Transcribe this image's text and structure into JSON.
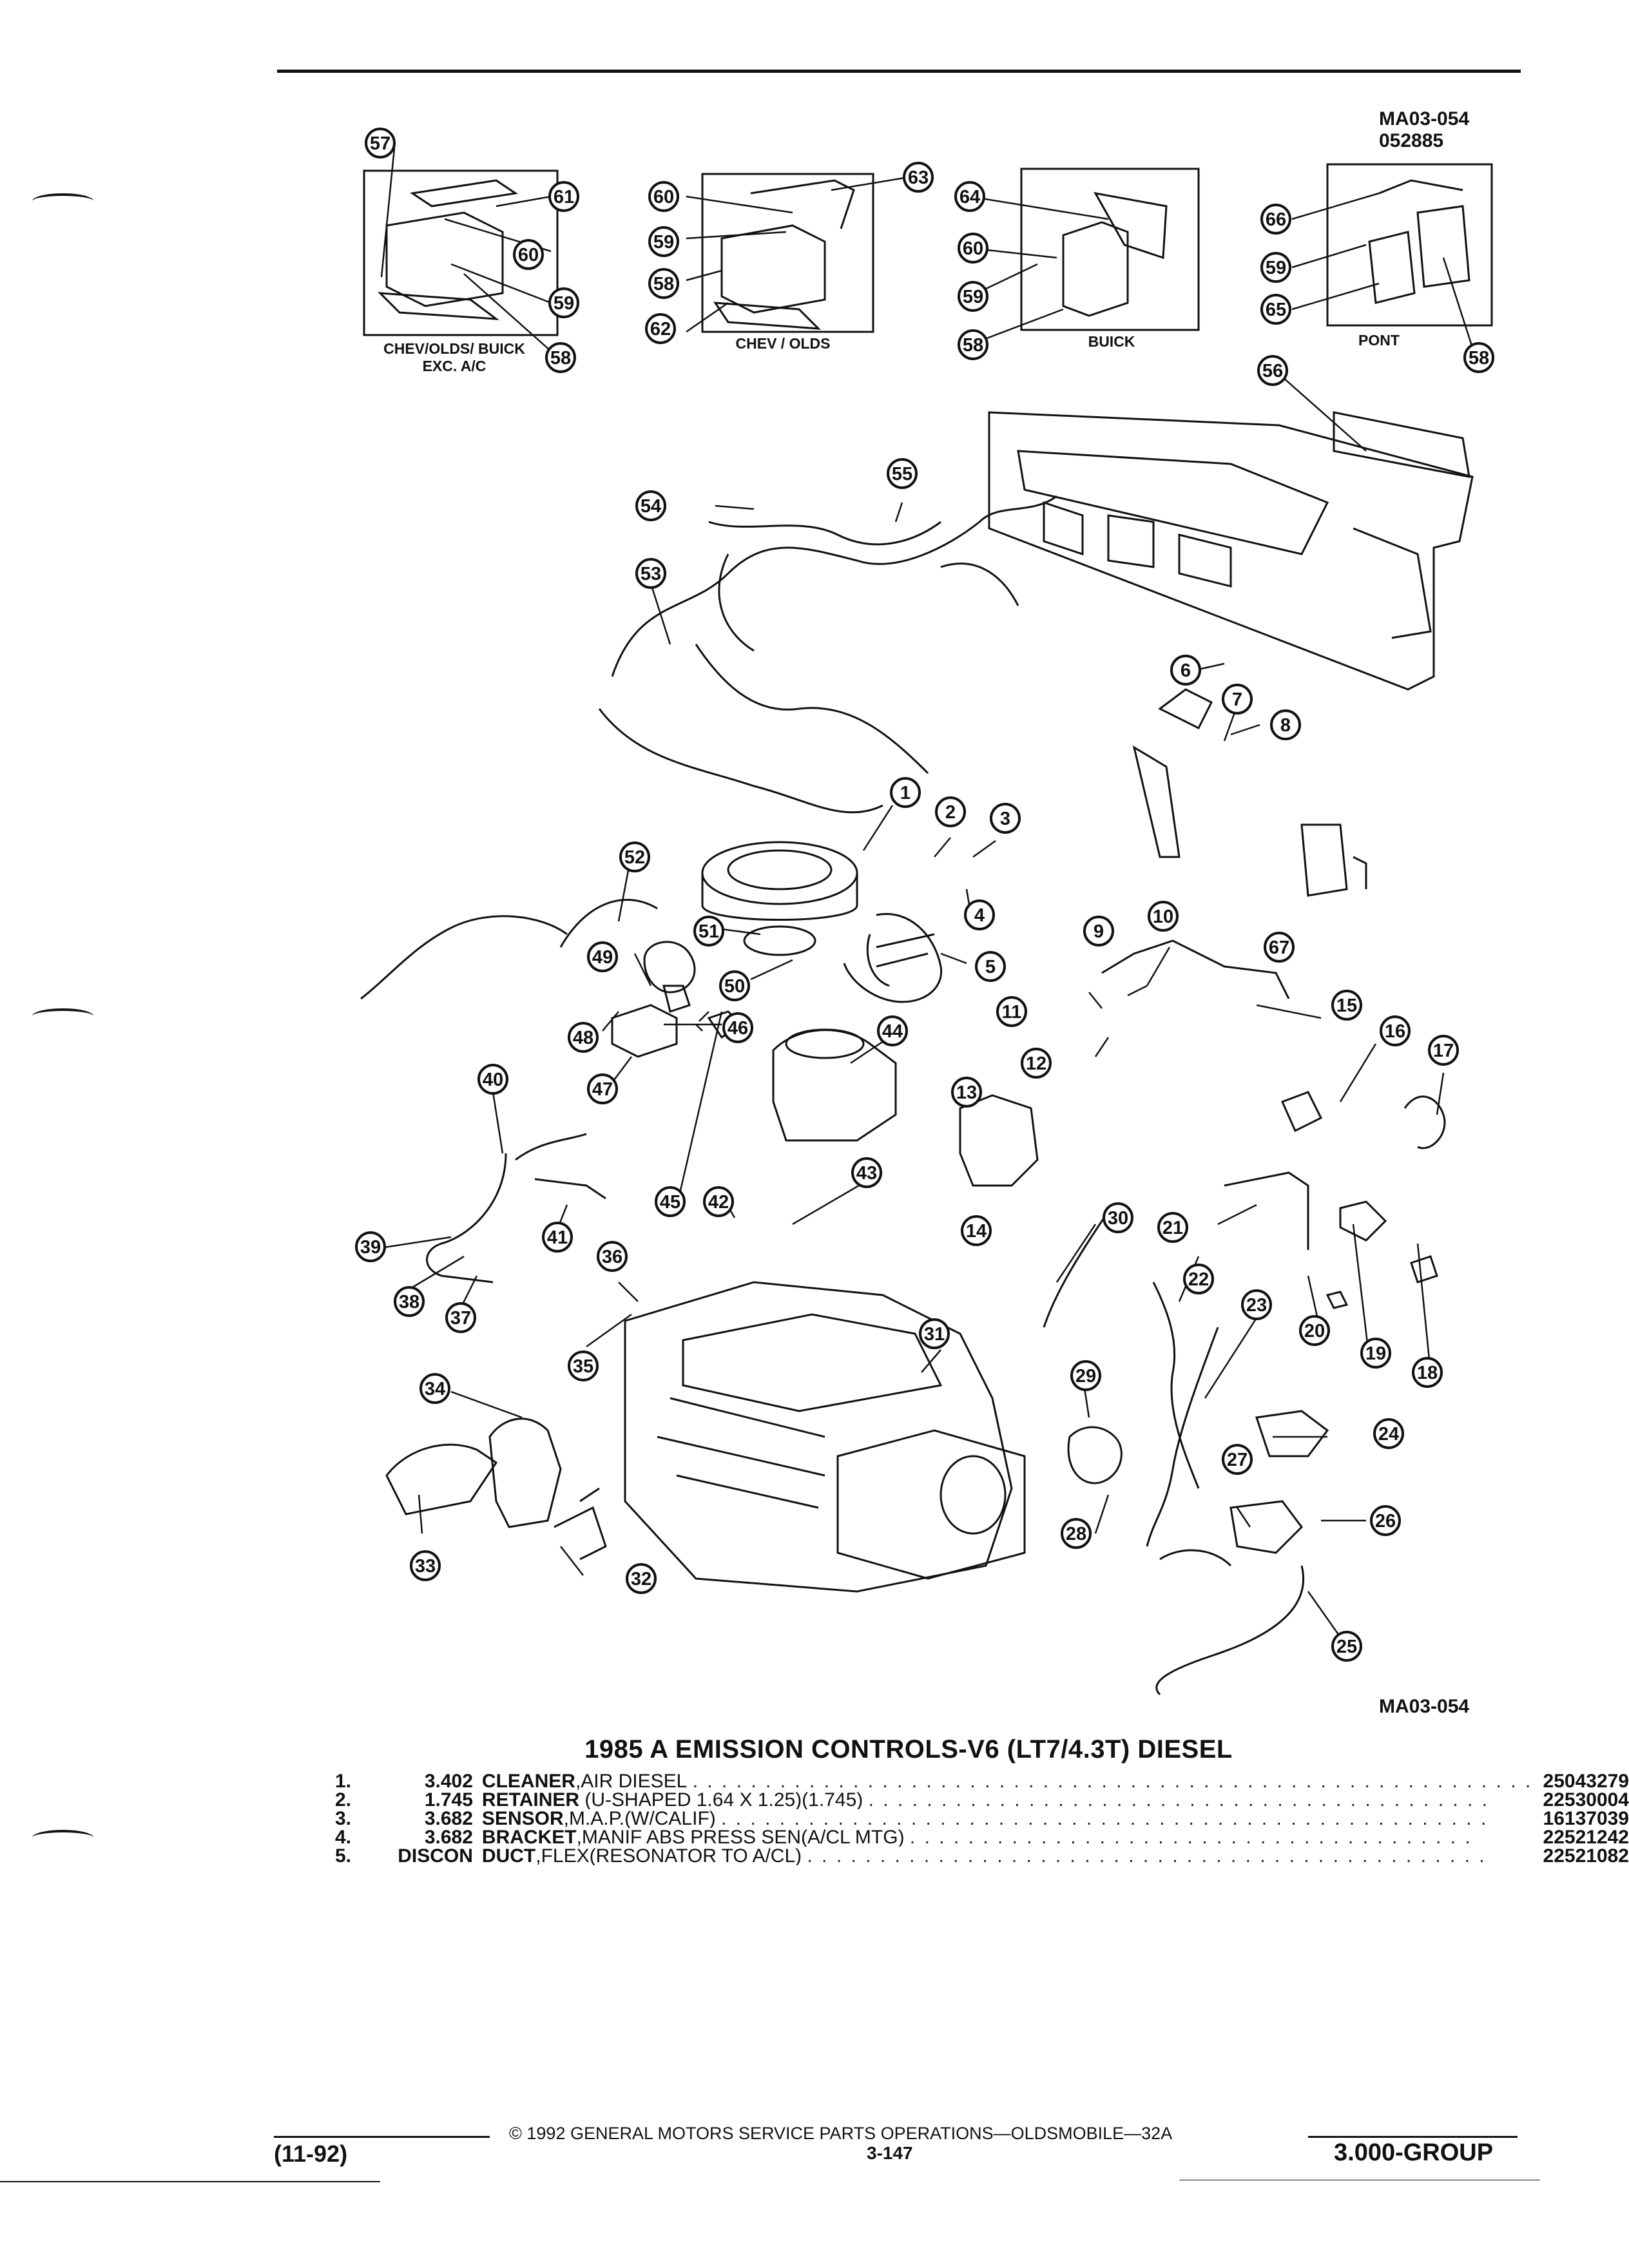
{
  "header": {
    "ref_code": "MA03-054",
    "ref_date": "052885"
  },
  "insets": [
    {
      "label_line1": "CHEV/OLDS/ BUICK",
      "label_line2": "EXC. A/C"
    },
    {
      "label_line1": "CHEV / OLDS",
      "label_line2": ""
    },
    {
      "label_line1": "BUICK",
      "label_line2": ""
    },
    {
      "label_line1": "PONT",
      "label_line2": ""
    }
  ],
  "diagram": {
    "bottom_ref": "MA03-054",
    "callouts": [
      "1",
      "2",
      "3",
      "4",
      "5",
      "6",
      "7",
      "8",
      "9",
      "10",
      "11",
      "12",
      "13",
      "14",
      "15",
      "16",
      "17",
      "18",
      "19",
      "20",
      "21",
      "22",
      "23",
      "24",
      "25",
      "26",
      "27",
      "28",
      "29",
      "30",
      "31",
      "32",
      "33",
      "34",
      "35",
      "36",
      "37",
      "38",
      "39",
      "40",
      "41",
      "42",
      "43",
      "44",
      "45",
      "46",
      "47",
      "48",
      "49",
      "50",
      "51",
      "52",
      "53",
      "54",
      "55",
      "56",
      "57",
      "58",
      "59",
      "60",
      "61",
      "62",
      "63",
      "64",
      "65",
      "66",
      "67"
    ]
  },
  "title": "1985 A EMISSION CONTROLS-V6 (LT7/4.3T) DIESEL",
  "parts": [
    {
      "index": "1.",
      "qty": "3.402",
      "name": "CLEANER",
      "spec": ",AIR DIESEL",
      "part_no": "25043279"
    },
    {
      "index": "2.",
      "qty": "1.745",
      "name": "RETAINER",
      "spec": "(U-SHAPED 1.64 X 1.25)(1.745)",
      "part_no": "22530004"
    },
    {
      "index": "3.",
      "qty": "3.682",
      "name": "SENSOR",
      "spec": ",M.A.P.(W/CALIF)",
      "part_no": "16137039"
    },
    {
      "index": "4.",
      "qty": "3.682",
      "name": "BRACKET",
      "spec": ",MANIF ABS PRESS SEN(A/CL MTG)",
      "part_no": "22521242"
    },
    {
      "index": "5.",
      "qty": "DISCON",
      "name": "DUCT",
      "spec": ",FLEX(RESONATOR TO A/CL)",
      "part_no": "22521082"
    }
  ],
  "footer": {
    "copyright": "© 1992 GENERAL MOTORS SERVICE PARTS OPERATIONS—OLDSMOBILE—32A",
    "date_code": "(11-92)",
    "page_number": "3-147",
    "group": "3.000-GROUP"
  }
}
